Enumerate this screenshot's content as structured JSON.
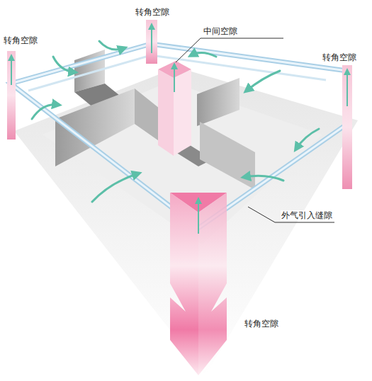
{
  "diagram": {
    "labels": [
      "转角空隙",
      "中间空隙",
      "转角空隙",
      "转角空隙",
      "外气引入缝隙",
      "转角空隙"
    ]
  }
}
